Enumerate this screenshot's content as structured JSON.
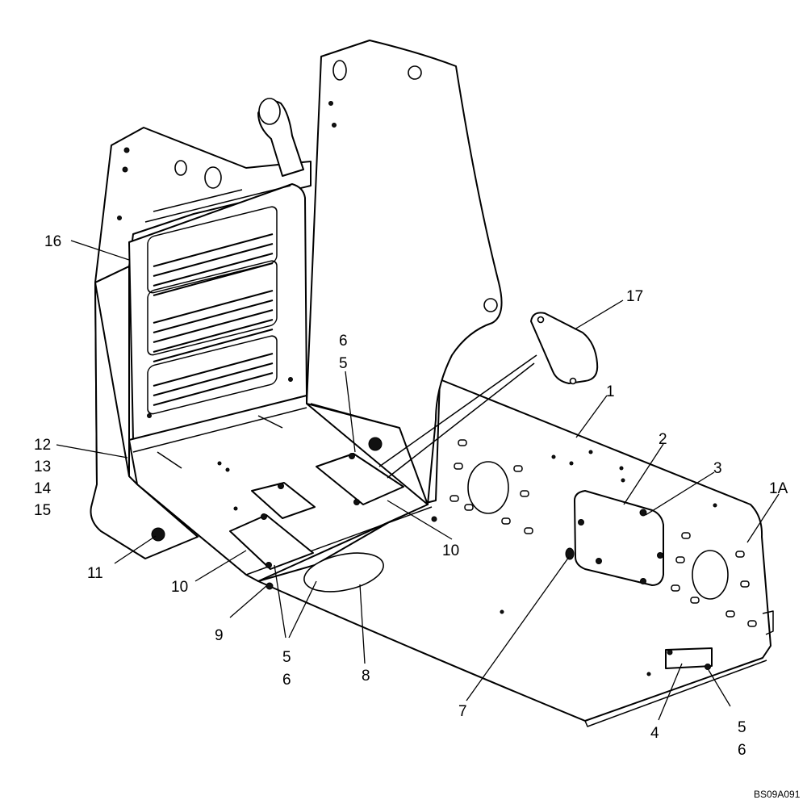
{
  "diagram_code": "BS09A091",
  "callouts": {
    "c16": "16",
    "c17": "17",
    "c1": "1",
    "c2": "2",
    "c3": "3",
    "c1a": "1A",
    "c6_top": "6",
    "c5_top": "5",
    "c12": "12",
    "c13": "13",
    "c14": "14",
    "c15": "15",
    "c10_right": "10",
    "c11": "11",
    "c10_left": "10",
    "c9": "9",
    "c5_mid": "5",
    "c6_mid": "6",
    "c8": "8",
    "c7": "7",
    "c4": "4",
    "c5_right": "5",
    "c6_right": "6"
  }
}
